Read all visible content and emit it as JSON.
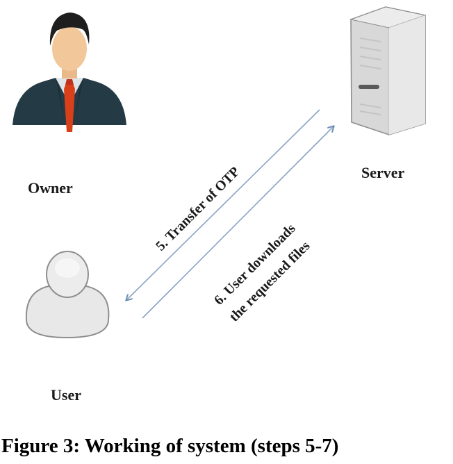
{
  "diagram": {
    "nodes": [
      {
        "id": "owner",
        "label": "Owner",
        "icon": "businessman-icon"
      },
      {
        "id": "server",
        "label": "Server",
        "icon": "server-tower-icon"
      },
      {
        "id": "user",
        "label": "User",
        "icon": "user-silhouette-icon"
      }
    ],
    "edges": [
      {
        "id": "step5",
        "from": "server",
        "to": "user",
        "label": "5. Transfer of OTP"
      },
      {
        "id": "step6",
        "from": "user",
        "to": "server",
        "label_line1": "6. User downloads",
        "label_line2": "the requested  files"
      }
    ],
    "colors": {
      "arrow": "#6f8fb5",
      "label_text": "#1a1a1a",
      "tie": "#d9401a",
      "suit": "#243a45",
      "server_body": "#e2e2e2",
      "user_body": "#e8e8e8"
    }
  },
  "caption": "Figure 3: Working of system (steps 5-7)"
}
